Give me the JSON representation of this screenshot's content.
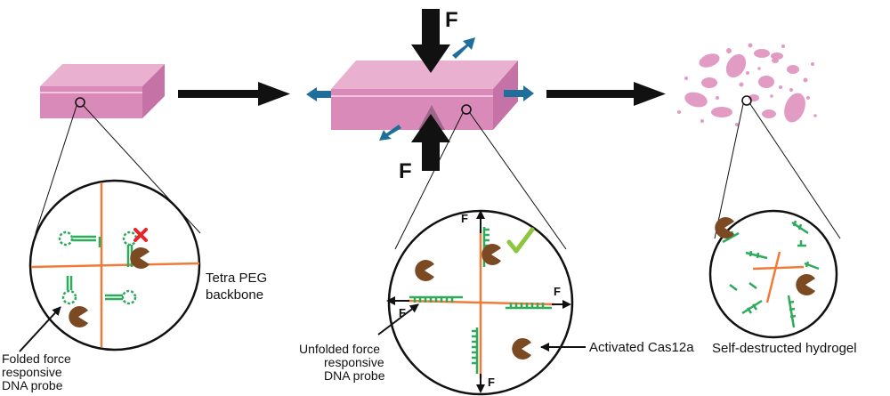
{
  "labels": {
    "force": "F",
    "tetra_peg_1": "Tetra PEG",
    "tetra_peg_2": "backbone",
    "folded_1": "Folded force",
    "folded_2": "responsive",
    "folded_3": "DNA probe",
    "unfolded_1": "Unfolded force",
    "unfolded_2": "responsive",
    "unfolded_3": "DNA probe",
    "activated": "Activated Cas12a",
    "self_destructed": "Self-destructed hydrogel"
  },
  "colors": {
    "gel_top": "#e9a9cc",
    "gel_front": "#d98ab8",
    "gel_side": "#c878a8",
    "peg": "#f07a3a",
    "dna": "#2eaa5c",
    "cas": "#7b4a22",
    "blue_arrow": "#1f6f9a",
    "check": "#8cc63f",
    "cross": "#e8232a"
  },
  "icons": [
    "arrow-right-icon",
    "force-arrow-icon",
    "check-icon",
    "cross-icon",
    "cas12a-pacman-icon"
  ]
}
